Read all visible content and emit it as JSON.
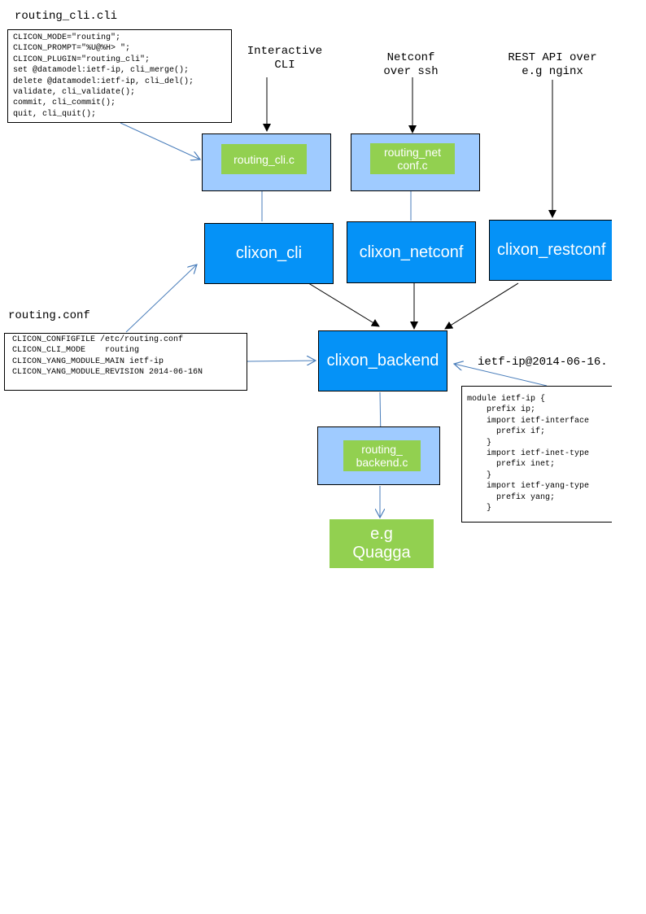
{
  "cli_spec": {
    "title": "routing_cli.cli",
    "lines": [
      "CLICON_MODE=\"routing\";",
      "CLICON_PROMPT=\"%U@%H> \";",
      "CLICON_PLUGIN=\"routing_cli\";",
      "set @datamodel:ietf-ip, cli_merge();",
      "delete @datamodel:ietf-ip, cli_del();",
      "validate, cli_validate();",
      "commit, cli_commit();",
      "quit, cli_quit();"
    ]
  },
  "frontends": {
    "cli_label": [
      "Interactive",
      "CLI"
    ],
    "netconf_label": [
      "Netconf",
      "over ssh"
    ],
    "restconf_label": [
      "REST API over",
      "e.g nginx"
    ]
  },
  "plugins": {
    "cli": "routing_cli.c",
    "netconf": [
      "routing_net",
      "conf.c"
    ],
    "backend": [
      "routing_",
      "backend.c"
    ]
  },
  "components": {
    "cli": "clixon_cli",
    "netconf": "clixon_netconf",
    "restconf": "clixon_restconf",
    "backend": "clixon_backend"
  },
  "config": {
    "title": "routing.conf",
    "lines": [
      "CLICON_CONFIGFILE /etc/routing.conf",
      "CLICON_CLI_MODE    routing",
      "CLICON_YANG_MODULE_MAIN ietf-ip",
      "CLICON_YANG_MODULE_REVISION 2014-06-16N"
    ]
  },
  "yang": {
    "title": "ietf-ip@2014-06-16.",
    "lines": [
      "module ietf-ip {",
      "    prefix ip;",
      "    import ietf-interface",
      "      prefix if;",
      "    }",
      "    import ietf-inet-type",
      "      prefix inet;",
      "    }",
      "    import ietf-yang-type",
      "      prefix yang;",
      "    }"
    ]
  },
  "target": [
    "e.g",
    "Quagga"
  ],
  "colors": {
    "component": "#0592f7",
    "plugin_container": "#9fcbff",
    "plugin": "#92d050",
    "arrow_blue": "#4a7ebb",
    "arrow_black": "#000000"
  }
}
